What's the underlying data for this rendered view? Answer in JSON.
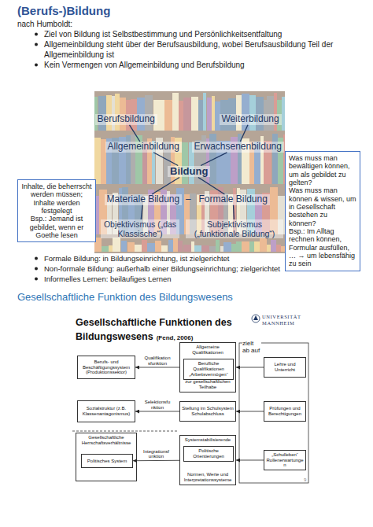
{
  "diagram": {
    "title": "(Berufs-)Bildung",
    "nodes": [
      {
        "text": [
          "Berufsbildung"
        ]
      },
      {
        "text": [
          "Weiterbildung"
        ]
      },
      {
        "text": [
          "Allgemeinbildung"
        ]
      },
      {
        "text": [
          "Erwachsenenbildung"
        ]
      },
      {
        "text": [
          "Bildung"
        ]
      },
      {
        "text": [
          "Materiale Bildung"
        ]
      },
      {
        "text": [
          "Formale Bildung"
        ]
      },
      {
        "text": [
          "Objektivismus („das Klassische“)"
        ]
      },
      {
        "text": [
          "Subjektivismus („funktionale Bildung“)"
        ]
      },
      {
        "text": [
          "Inhalte, die beherrscht werden müssen; Inhalte werden festgelegt",
          "Bsp.: Jemand ist gebildet, wenn er Goethe lesen"
        ]
      },
      {
        "text": [
          "Was muss man bewältigen können, um als gebildet zu gelten?",
          "Was muss man können & wissen, um in Gesellschaft bestehen zu können?",
          "Bsp.: Im Alltag rechnen können, Formular ausfüllen, … → um lebensfähig zu sein"
        ]
      },
      {
        "text": [
          "Gesellschaftliche Funktionen des Bildungswesens",
          "(Fend, 2006)"
        ]
      },
      {
        "text": [
          "Berufs- und Beschäftigungssystem (Produktionssektor)"
        ],
        "in": 11
      },
      {
        "text": [
          "Sozialstruktur (z.B. Klassenantagonismus)"
        ],
        "in": 11
      },
      {
        "text": [
          "Gesellschaftliche Herrschaftsverhältnisse"
        ],
        "in": 11
      },
      {
        "text": [
          "Politisches System"
        ],
        "in": 14
      },
      {
        "text": [
          "Allgemeine Qualifikationen",
          "zur gesellschaftlichen Teilhabe"
        ],
        "in": 11
      },
      {
        "text": [
          "Berufliche Qualifikationen „Arbeitsvermögen“"
        ],
        "in": 16
      },
      {
        "text": [
          "Stellung im Schulsystem Schulabschluss"
        ],
        "in": 11
      },
      {
        "text": [
          "Systemstabilisierende",
          "Normen, Werte und Interpretationssysteme"
        ],
        "in": 11
      },
      {
        "text": [
          "Politische Orientierungen"
        ],
        "in": 19
      },
      {
        "text": [
          "Lehre und Unterricht"
        ],
        "in": 11
      },
      {
        "text": [
          "Prüfungen und Berechtigungen"
        ],
        "in": 11
      },
      {
        "text": [
          "„Schulleben“ Rollenerwartungen"
        ],
        "in": 11
      }
    ],
    "edges": [
      {
        "from": 2,
        "to": 0,
        "arrow": "none"
      },
      {
        "from": 3,
        "to": 1,
        "arrow": "none"
      },
      {
        "from": 4,
        "to": 2,
        "arrow": "none"
      },
      {
        "from": 4,
        "to": 3,
        "arrow": "none"
      },
      {
        "from": 4,
        "to": 5,
        "arrow": "none"
      },
      {
        "from": 4,
        "to": 6,
        "arrow": "none"
      },
      {
        "from": 5,
        "to": 7,
        "arrow": "none"
      },
      {
        "from": 6,
        "to": 8,
        "arrow": "none"
      },
      {
        "from": 16,
        "to": 12,
        "label": "Qualifikationsfunktion",
        "arrow": "to"
      },
      {
        "from": 18,
        "to": 13,
        "label": "Selektionsfunktion",
        "arrow": "to"
      },
      {
        "from": 19,
        "to": 15,
        "label": "Integrationsfunktion",
        "arrow": "to"
      },
      {
        "from": 21,
        "to": 16,
        "arrow": "to"
      },
      {
        "from": 22,
        "to": 18,
        "arrow": "to"
      },
      {
        "from": 23,
        "to": 19,
        "arrow": "to"
      }
    ],
    "labels": [
      "nach Humboldt:",
      "Ziel von Bildung ist Selbstbestimmung und Persönlichkeitsentfaltung",
      "Allgemeinbildung steht über der Berufsausbildung, wobei Berufsausbildung Teil der Allgemeinbildung ist",
      "Kein Vermengen von Allgemeinbildung und Berufsbildung",
      "–",
      "Formale Bildung: in Bildungseinrichtung, ist zielgerichtet",
      "Non-formale Bildung: außerhalb einer Bildungseinrichtung; zielgerichtet",
      "Informelles Lernen: beiläufiges Lernen",
      "Gesellschaftliche Funktion des Bildungswesens",
      "UNIVERSITÄT MANNHEIM",
      "zielt ab auf",
      "9"
    ]
  }
}
